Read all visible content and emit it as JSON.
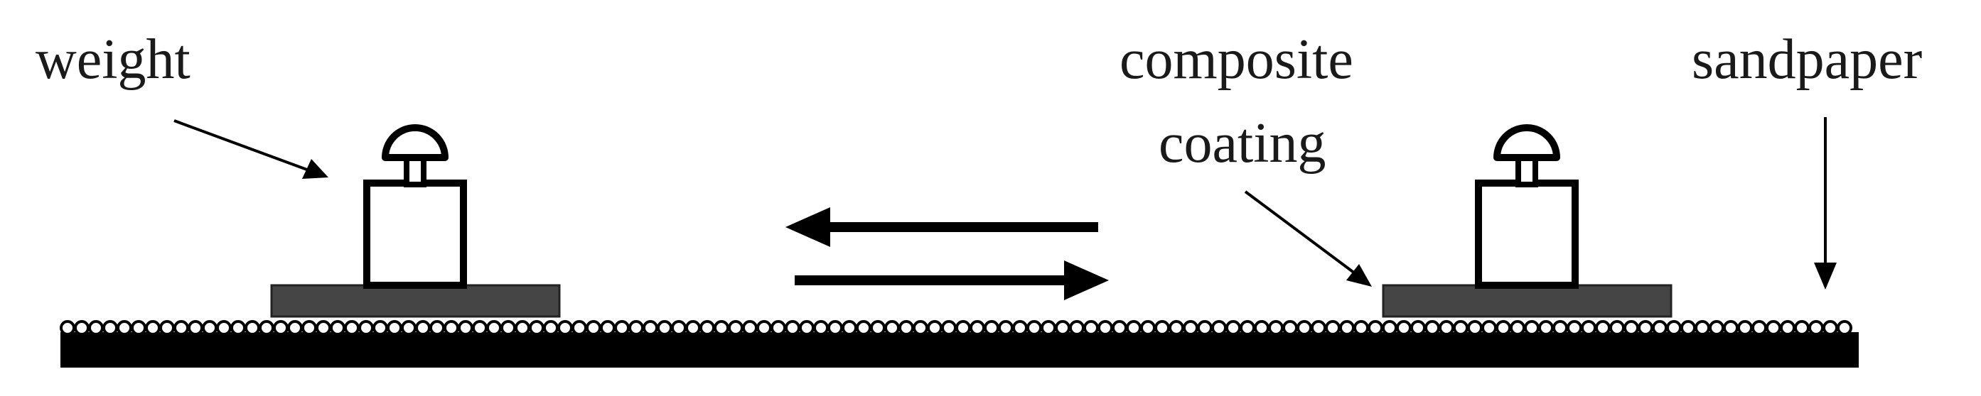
{
  "labels": {
    "weight": "weight",
    "composite_line1": "composite",
    "composite_line2": "coating",
    "sandpaper": "sandpaper"
  },
  "colors": {
    "ink": "#000000",
    "coating": "#454545",
    "background": "#ffffff",
    "text": "#1a1a1a"
  },
  "icons": [
    "weight-icon",
    "left-arrow-icon",
    "right-arrow-icon",
    "pointer-arrow-icon"
  ]
}
